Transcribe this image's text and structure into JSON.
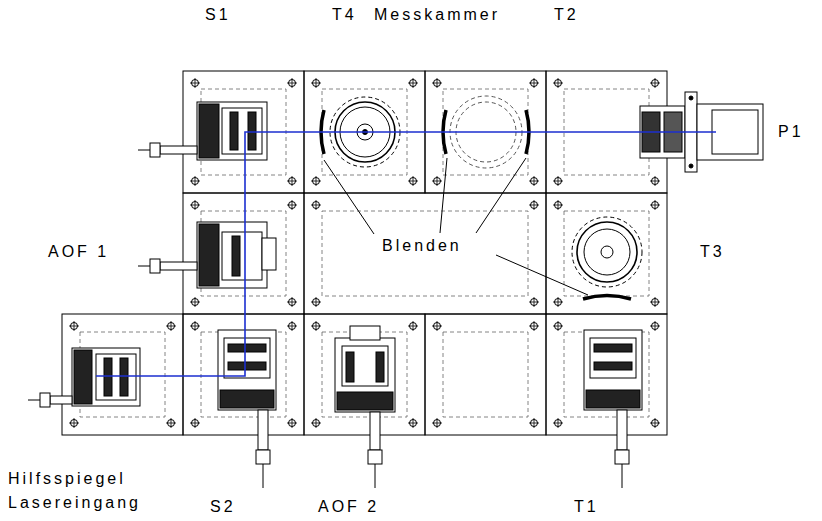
{
  "diagram": {
    "labels": [
      "S1",
      "T4",
      "Messkammer",
      "T2",
      "P1",
      "AOF 1",
      "Blenden",
      "T3",
      "Hilfsspiegel",
      "Lasereingang",
      "S2",
      "AOF 2",
      "T1"
    ]
  }
}
